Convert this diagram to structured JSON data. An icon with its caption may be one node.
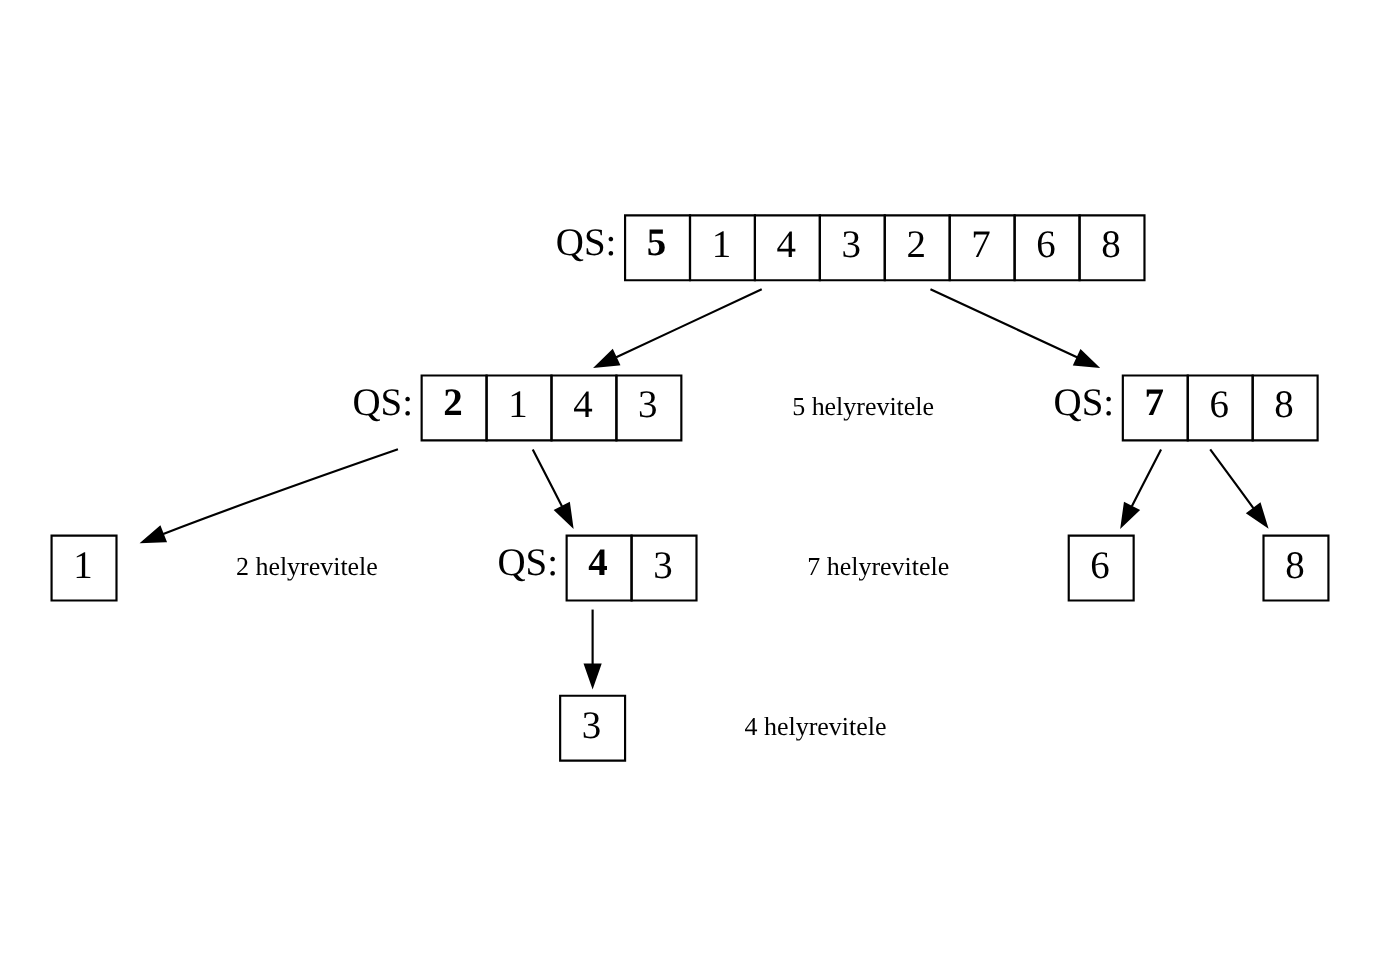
{
  "diagram": {
    "nodes": [
      {
        "text": [
          "5",
          "1",
          "4",
          "3",
          "2",
          "7",
          "6",
          "8"
        ],
        "beside": [
          "QS:"
        ]
      },
      {
        "text": [
          "2",
          "1",
          "4",
          "3"
        ],
        "beside": [
          "QS:"
        ]
      },
      {
        "text": [
          "7",
          "6",
          "8"
        ],
        "beside": [
          "QS:"
        ]
      },
      {
        "text": [
          "1"
        ]
      },
      {
        "text": [
          "4",
          "3"
        ],
        "beside": [
          "QS:"
        ]
      },
      {
        "text": [
          "6"
        ]
      },
      {
        "text": [
          "8"
        ]
      },
      {
        "text": [
          "3"
        ]
      }
    ],
    "edges": [
      {
        "from": 0,
        "to": 1,
        "arrow": "to"
      },
      {
        "from": 0,
        "to": 2,
        "arrow": "to"
      },
      {
        "from": 1,
        "to": 3,
        "arrow": "to"
      },
      {
        "from": 1,
        "to": 4,
        "arrow": "to"
      },
      {
        "from": 2,
        "to": 5,
        "arrow": "to"
      },
      {
        "from": 2,
        "to": 6,
        "arrow": "to"
      },
      {
        "from": 4,
        "to": 7,
        "arrow": "to"
      }
    ],
    "labels": [
      "5 helyrevitele",
      "2 helyrevitele",
      "7 helyrevitele",
      "4 helyrevitele"
    ]
  }
}
